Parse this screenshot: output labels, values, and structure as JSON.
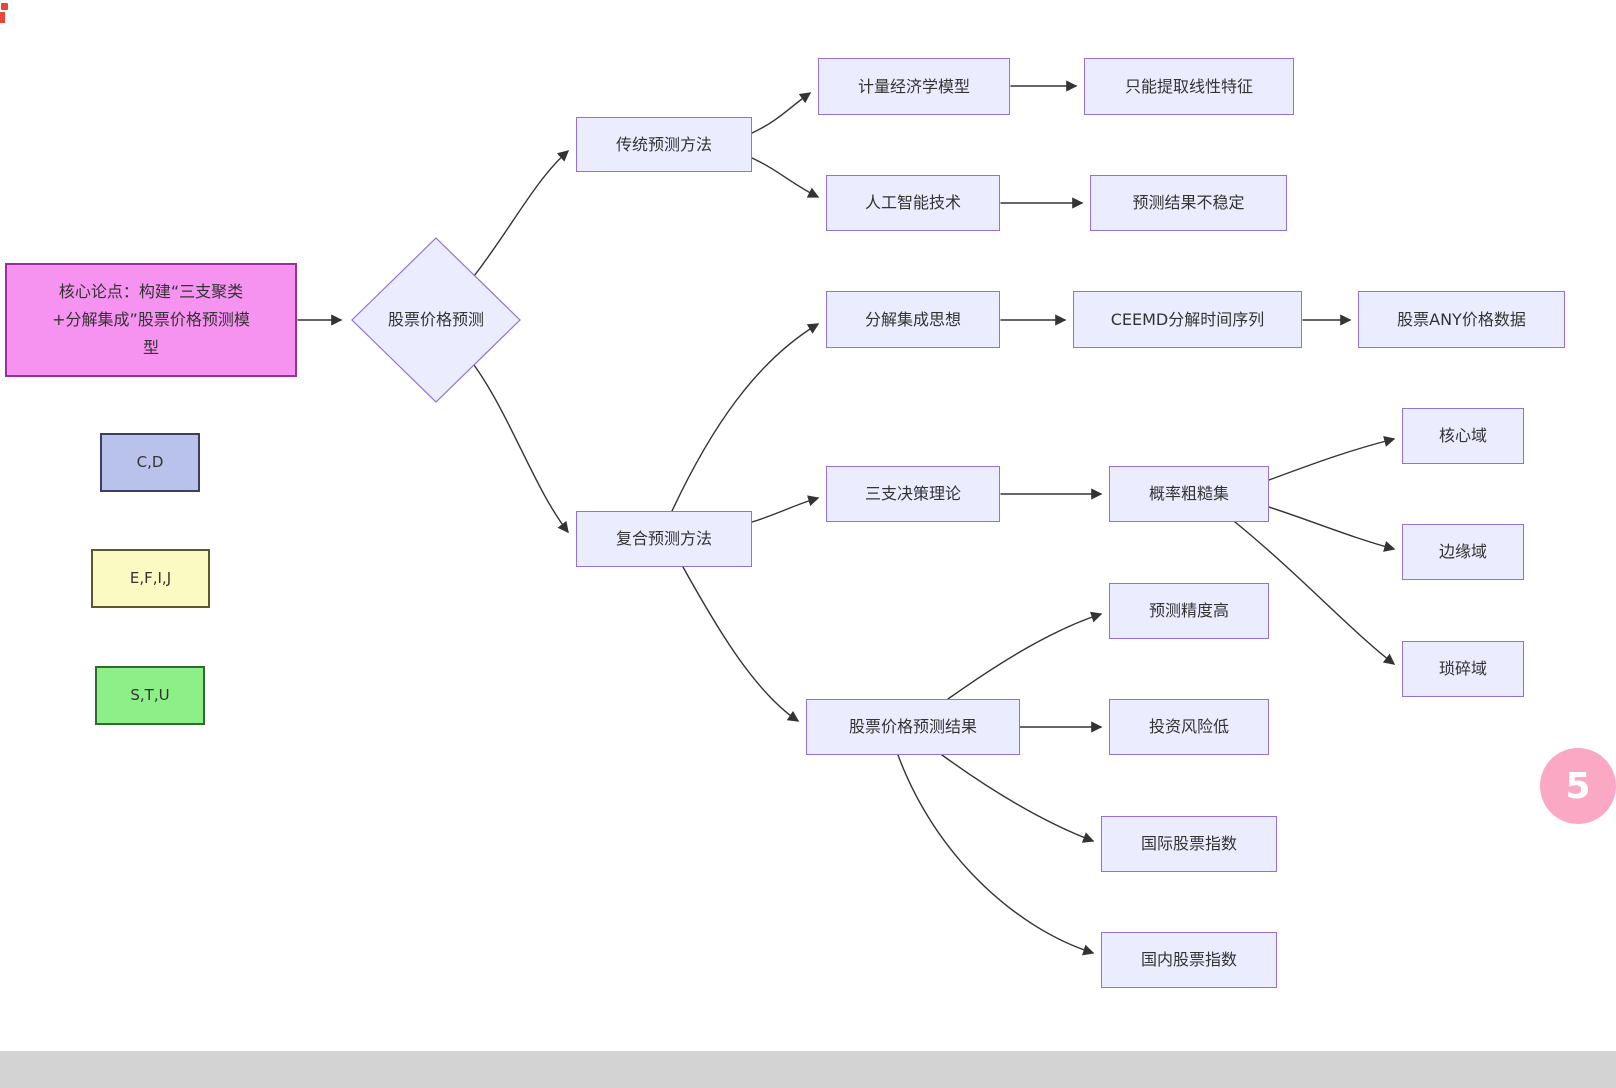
{
  "colors": {
    "node_fill": "#ECECFF",
    "node_border": "#9370DB",
    "edge": "#333333",
    "magenta_fill": "#f692f0",
    "magenta_border": "#9c2f9c",
    "blue_fill": "#b8c2ea",
    "blue_border": "#394064",
    "yellow_fill": "#fafac2",
    "yellow_border": "#5a5a2e",
    "green_fill": "#8cef87",
    "green_border": "#2f6b2f",
    "badge_pink": "#fba8c4",
    "bottom_bar": "#d3d3d3",
    "corner_red": "#e8453c"
  },
  "nodes": {
    "core": {
      "label": "核心论点：构建“三支聚类\n+分解集成”股票价格预测模\n型"
    },
    "legend_cd": {
      "label": "C,D"
    },
    "legend_efij": {
      "label": "E,F,I,J"
    },
    "legend_stu": {
      "label": "S,T,U"
    },
    "decision": {
      "label": "股票价格预测"
    },
    "traditional": {
      "label": "传统预测方法"
    },
    "econometric": {
      "label": "计量经济学模型"
    },
    "linear_only": {
      "label": "只能提取线性特征"
    },
    "ai": {
      "label": "人工智能技术"
    },
    "unstable": {
      "label": "预测结果不稳定"
    },
    "composite": {
      "label": "复合预测方法"
    },
    "decomposition": {
      "label": "分解集成思想"
    },
    "ceemd": {
      "label": "CEEMD分解时间序列"
    },
    "any_data": {
      "label": "股票ANY价格数据"
    },
    "three_way": {
      "label": "三支决策理论"
    },
    "rough_set": {
      "label": "概率粗糙集"
    },
    "core_domain": {
      "label": "核心域"
    },
    "boundary_domain": {
      "label": "边缘域"
    },
    "trivial_domain": {
      "label": "琐碎域"
    },
    "result": {
      "label": "股票价格预测结果"
    },
    "high_accuracy": {
      "label": "预测精度高"
    },
    "low_risk": {
      "label": "投资风险低"
    },
    "intl_index": {
      "label": "国际股票指数"
    },
    "domestic_index": {
      "label": "国内股票指数"
    }
  },
  "badge": {
    "label": "5"
  }
}
